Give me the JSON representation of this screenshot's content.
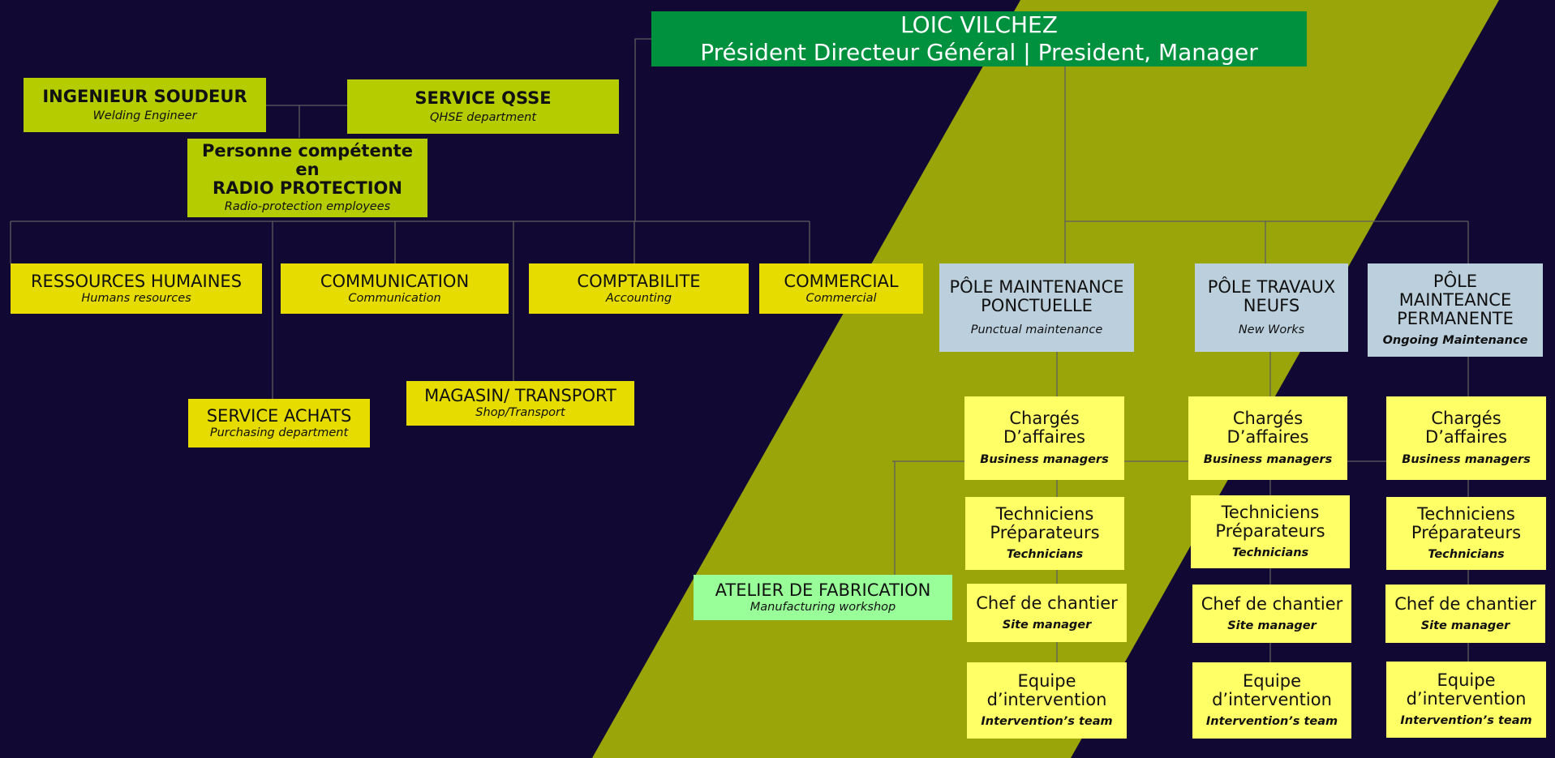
{
  "colors": {
    "background": "#110833",
    "diagonal_band": "#9aa50a",
    "connector": "#5e5e5e",
    "president_box": "#00913e",
    "staff_box_green": "#b4cc00",
    "department_box_yellow": "#e6dc00",
    "role_box_light_yellow": "#ffff66",
    "pole_box_blue": "#bccfdd",
    "workshop_box_green": "#99ff99"
  },
  "president": {
    "name": "LOIC VILCHEZ",
    "title": "Président Directeur Général | President, Manager"
  },
  "staff": {
    "welding": {
      "title": "INGENIEUR SOUDEUR",
      "subtitle": "Welding Engineer"
    },
    "qsse": {
      "title": "SERVICE QSSE",
      "subtitle": "QHSE department"
    },
    "radio": {
      "title_line1": "Personne compétente en",
      "title_line2": "RADIO PROTECTION",
      "subtitle": "Radio-protection employees"
    }
  },
  "departments": {
    "hr": {
      "title": "RESSOURCES HUMAINES",
      "subtitle": "Humans resources"
    },
    "communication": {
      "title": "COMMUNICATION",
      "subtitle": "Communication"
    },
    "accounting": {
      "title": "COMPTABILITE",
      "subtitle": "Accounting"
    },
    "commercial": {
      "title": "COMMERCIAL",
      "subtitle": "Commercial"
    },
    "purchasing": {
      "title": "SERVICE ACHATS",
      "subtitle": "Purchasing department"
    },
    "shop": {
      "title": "MAGASIN/ TRANSPORT",
      "subtitle": "Shop/Transport"
    }
  },
  "workshop": {
    "title": "ATELIER DE FABRICATION",
    "subtitle": "Manufacturing workshop"
  },
  "poles": [
    {
      "title_lines": [
        "PÔLE MAINTENANCE",
        "PONCTUELLE"
      ],
      "subtitle": "Punctual maintenance",
      "roles": [
        {
          "title_lines": [
            "Chargés",
            "D’affaires"
          ],
          "subtitle": "Business managers"
        },
        {
          "title_lines": [
            "Techniciens",
            "Préparateurs"
          ],
          "subtitle": "Technicians"
        },
        {
          "title_lines": [
            "Chef de chantier"
          ],
          "subtitle": "Site manager"
        },
        {
          "title_lines": [
            "Equipe",
            "d’intervention"
          ],
          "subtitle": "Intervention’s team"
        }
      ]
    },
    {
      "title_lines": [
        "PÔLE TRAVAUX",
        "NEUFS"
      ],
      "subtitle": "New Works",
      "roles": [
        {
          "title_lines": [
            "Chargés",
            "D’affaires"
          ],
          "subtitle": "Business managers"
        },
        {
          "title_lines": [
            "Techniciens",
            "Préparateurs"
          ],
          "subtitle": "Technicians"
        },
        {
          "title_lines": [
            "Chef de chantier"
          ],
          "subtitle": "Site manager"
        },
        {
          "title_lines": [
            "Equipe",
            "d’intervention"
          ],
          "subtitle": "Intervention’s team"
        }
      ]
    },
    {
      "title_lines": [
        "PÔLE",
        "MAINTEANCE",
        "PERMANENTE"
      ],
      "subtitle": "Ongoing Maintenance",
      "roles": [
        {
          "title_lines": [
            "Chargés",
            "D’affaires"
          ],
          "subtitle": "Business managers"
        },
        {
          "title_lines": [
            "Techniciens",
            "Préparateurs"
          ],
          "subtitle": "Technicians"
        },
        {
          "title_lines": [
            "Chef de chantier"
          ],
          "subtitle": "Site manager"
        },
        {
          "title_lines": [
            "Equipe",
            "d’intervention"
          ],
          "subtitle": "Intervention’s team"
        }
      ]
    }
  ]
}
